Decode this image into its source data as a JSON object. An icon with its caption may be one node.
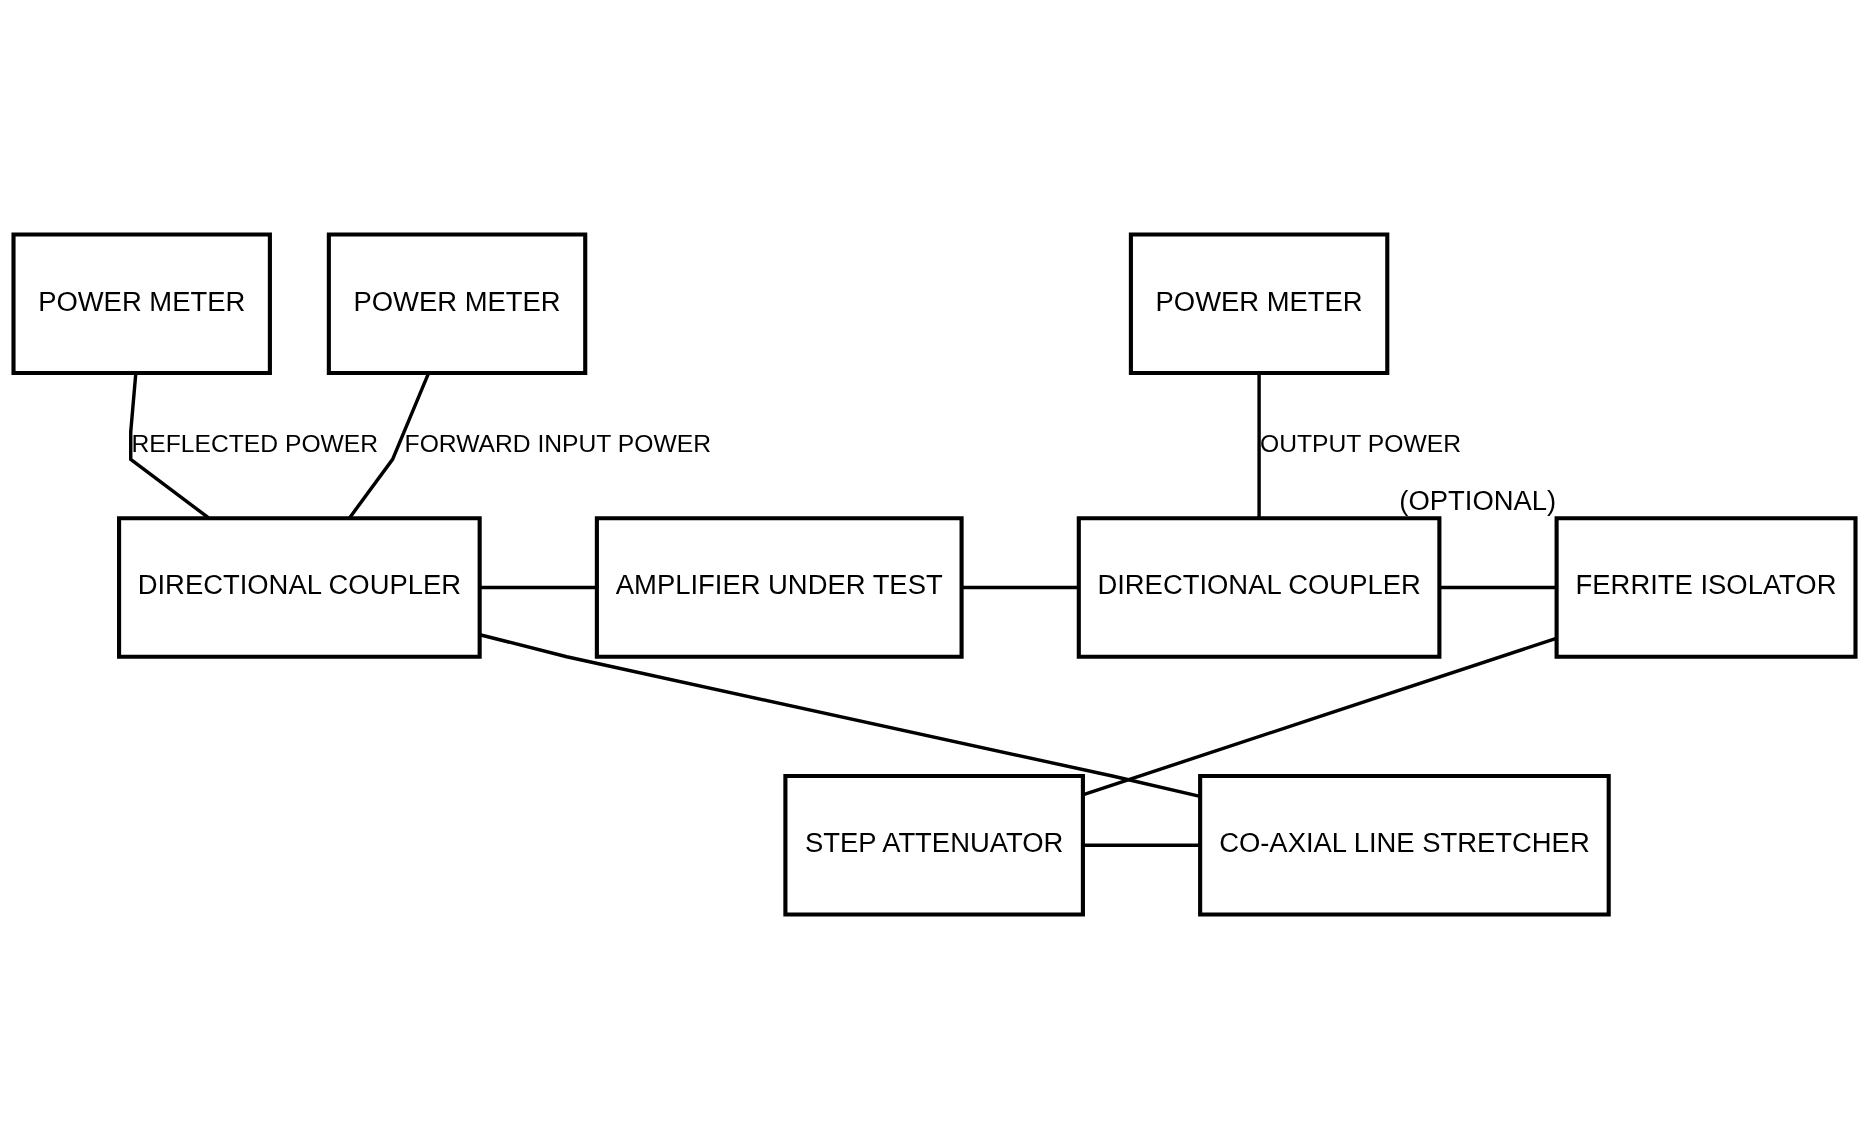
{
  "diagram": {
    "nodes": [
      {
        "text": [
          "POWER METER"
        ]
      },
      {
        "text": [
          "POWER METER"
        ]
      },
      {
        "text": [
          "POWER METER"
        ]
      },
      {
        "text": [
          "DIRECTIONAL COUPLER"
        ]
      },
      {
        "text": [
          "AMPLIFIER UNDER TEST"
        ]
      },
      {
        "text": [
          "DIRECTIONAL COUPLER"
        ]
      },
      {
        "text": [
          "FERRITE ISOLATOR"
        ],
        "beside": [
          "(OPTIONAL)"
        ]
      },
      {
        "text": [
          "CO-AXIAL LINE STRETCHER"
        ]
      },
      {
        "text": [
          "STEP ATTENUATOR"
        ]
      }
    ],
    "edges": [
      {
        "from": 0,
        "to": 3,
        "arrow": "none",
        "label": "FORWARD INPUT POWER"
      },
      {
        "from": 1,
        "to": 3,
        "arrow": "none",
        "label": "REFLECTED POWER"
      },
      {
        "from": 2,
        "to": 5,
        "arrow": "none",
        "label": "OUTPUT POWER"
      },
      {
        "from": 3,
        "to": 4,
        "arrow": "none"
      },
      {
        "from": 4,
        "to": 5,
        "arrow": "none"
      },
      {
        "from": 5,
        "to": 6,
        "arrow": "none"
      },
      {
        "from": 6,
        "to": 8,
        "arrow": "none"
      },
      {
        "from": 8,
        "to": 7,
        "arrow": "none"
      },
      {
        "from": 7,
        "to": 3,
        "arrow": "none"
      }
    ]
  }
}
